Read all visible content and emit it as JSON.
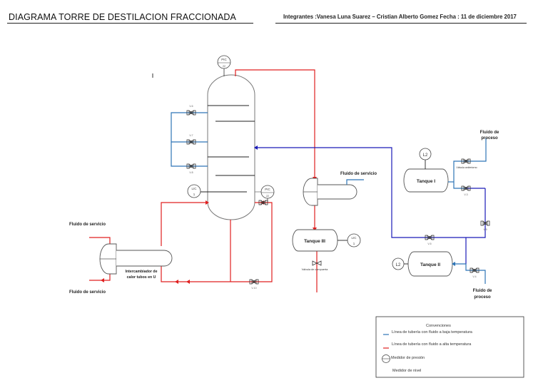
{
  "header": {
    "title": "DIAGRAMA TORRE DE DESTILACION FRACCIONADA",
    "meta": "Integrantes :Vanesa Luna Suarez – Cristian Alberto Gomez  Fecha : 11 de diciembre 2017"
  },
  "instruments": {
    "pic_top": {
      "tag": "PIC",
      "num": "22"
    },
    "pic_side": {
      "tag": "PIC",
      "num": "22"
    },
    "lic_column": {
      "tag": "LIC",
      "num": "1"
    },
    "lic_tank3": {
      "tag": "LIC",
      "num": "1"
    },
    "l2_tank1": {
      "tag": "L2"
    },
    "l2_tank2": {
      "tag": "L2"
    }
  },
  "valves": {
    "v6": "V-6",
    "v7": "V-7",
    "v8": "V-8",
    "v10": "V-10",
    "v3": "V-3",
    "v4": "V-4",
    "v5": "V-5",
    "v9": "V-9"
  },
  "labels": {
    "fluido_servicio_top_left": "Fluido de servicio",
    "fluido_servicio_bottom_left": "Fluido de servicio",
    "fluido_servicio_condenser": "Fluido de servicio",
    "intercambiador_line1": "Intercambiador de",
    "intercambiador_line2": "calor tubos en U",
    "tanque1": "Tanque I",
    "tanque2": "Tanque II",
    "tanque3": "Tanque III",
    "valvula_compuerta": "Válvula de compuerta",
    "valvula_antirretorno": "Válvula antiretorno",
    "fluido_proceso_top_line1": "Fluido de",
    "fluido_proceso_top_line2": "proceso",
    "fluido_proceso_bottom_line1": "Fluido de",
    "fluido_proceso_bottom_line2": "proceso"
  },
  "legend": {
    "title": "Convenciones",
    "items": [
      {
        "label": "Línea de tubería con fluido a baja temperatura",
        "color": "#2e75b6"
      },
      {
        "label": "Línea de tubería con fluido a alta temperatura",
        "color": "#e02020"
      },
      {
        "label": "Medidor de presión"
      },
      {
        "label": "Medidor de nivel"
      }
    ]
  },
  "colors": {
    "hot": "#e02020",
    "cold": "#2e75b6",
    "dark_blue": "#1a1ab8",
    "equipment": "#555555"
  }
}
